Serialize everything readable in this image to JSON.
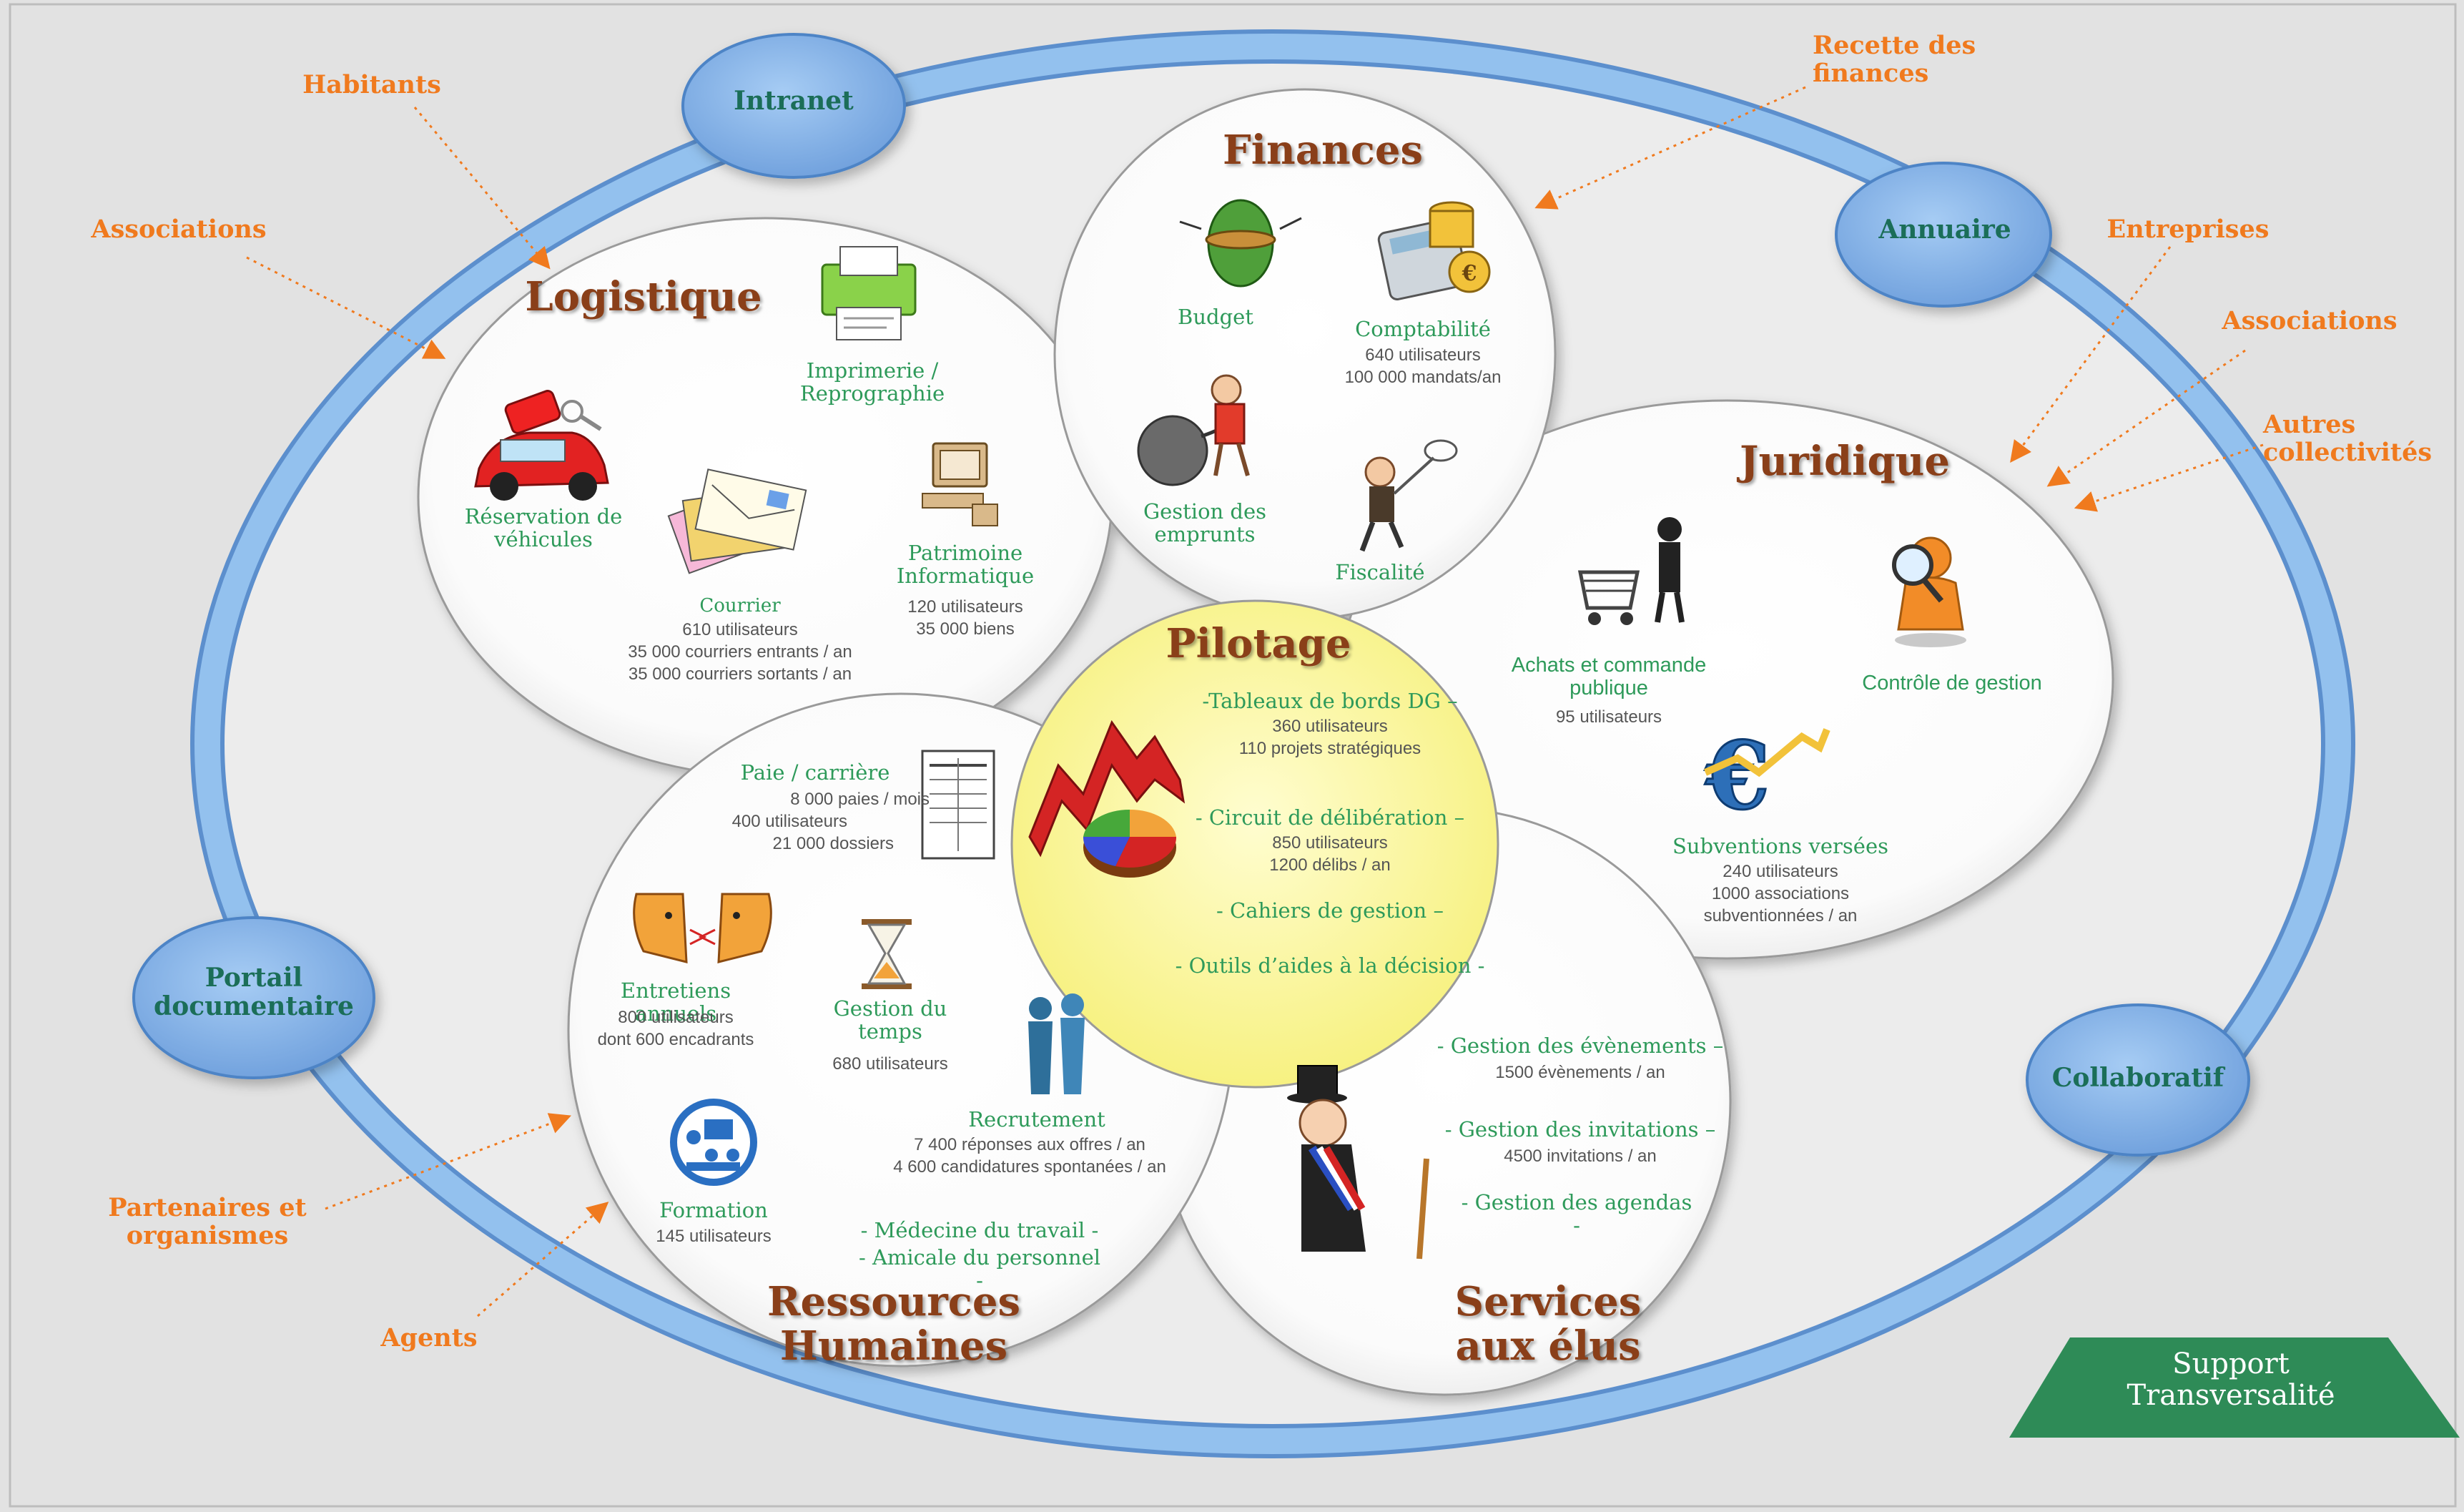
{
  "nodes": {
    "intranet": "Intranet",
    "annuaire": "Annuaire",
    "portail": "Portail documentaire",
    "collaboratif": "Collaboratif"
  },
  "outside": {
    "habitants": "Habitants",
    "associations_left": "Associations",
    "recette": "Recette des finances",
    "entreprises": "Entreprises",
    "associations_right": "Associations",
    "autres": "Autres collectivités",
    "partenaires": "Partenaires et organismes",
    "agents": "Agents"
  },
  "logistique": {
    "title": "Logistique",
    "imprimerie": "Imprimerie / Reprographie",
    "reservation": "Réservation de véhicules",
    "courrier": "Courrier",
    "courrier_stats": [
      "610 utilisateurs",
      "35 000 courriers entrants / an",
      "35 000 courriers sortants / an"
    ],
    "patrimoine": "Patrimoine Informatique",
    "patrimoine_stats": [
      "120 utilisateurs",
      "35 000 biens"
    ]
  },
  "finances": {
    "title": "Finances",
    "budget": "Budget",
    "comptabilite": "Comptabilité",
    "comptabilite_stats": [
      "640 utilisateurs",
      "100 000 mandats/an"
    ],
    "emprunts": "Gestion des emprunts",
    "fiscalite": "Fiscalité"
  },
  "juridique": {
    "title": "Juridique",
    "achats": "Achats et commande publique",
    "achats_stats": "95 utilisateurs",
    "controle": "Contrôle de gestion",
    "subventions": "Subventions versées",
    "subventions_stats": [
      "240 utilisateurs",
      "1000 associations",
      "subventionnées / an"
    ]
  },
  "pilotage": {
    "title": "Pilotage",
    "tableaux": "-Tableaux de bords DG –",
    "tableaux_stats": [
      "360 utilisateurs",
      "110 projets stratégiques"
    ],
    "circuit": "- Circuit de délibération –",
    "circuit_stats": [
      "850 utilisateurs",
      "1200 délibs / an"
    ],
    "cahiers": "- Cahiers de gestion –",
    "outils": "- Outils d’aides à la décision -"
  },
  "rh": {
    "title": "Ressources Humaines",
    "paie": "Paie / carrière",
    "paie_stats": [
      "8 000 paies / mois",
      "400 utilisateurs",
      "21 000 dossiers"
    ],
    "entretiens": "Entretiens annuels",
    "entretiens_stats": [
      "800 utilisateurs",
      "dont 600 encadrants"
    ],
    "temps": "Gestion du temps",
    "temps_stats": "680 utilisateurs",
    "recrutement": "Recrutement",
    "recrutement_stats": [
      "7 400 réponses aux offres / an",
      "4 600 candidatures spontanées / an"
    ],
    "formation": "Formation",
    "formation_stats": "145 utilisateurs",
    "medecine": "- Médecine du travail -",
    "amicale": "- Amicale du personnel -"
  },
  "elus": {
    "title": "Services aux élus",
    "evenements": "- Gestion des évènements –",
    "evenements_stats": "1500 évènements / an",
    "invitations": "- Gestion des invitations –",
    "invitations_stats": "4500 invitations / an",
    "agendas": "- Gestion des agendas -"
  },
  "support": "Support Transversalité",
  "colors": {
    "ring": "#8ab9ec",
    "ring_dark": "#5c8fcd",
    "pilotage_fill": "#fbf8a3",
    "support_fill": "#2e8b57",
    "outside_text": "#f07a1e",
    "label_green": "#2e9a5a",
    "title_brown": "#8a3f19"
  }
}
